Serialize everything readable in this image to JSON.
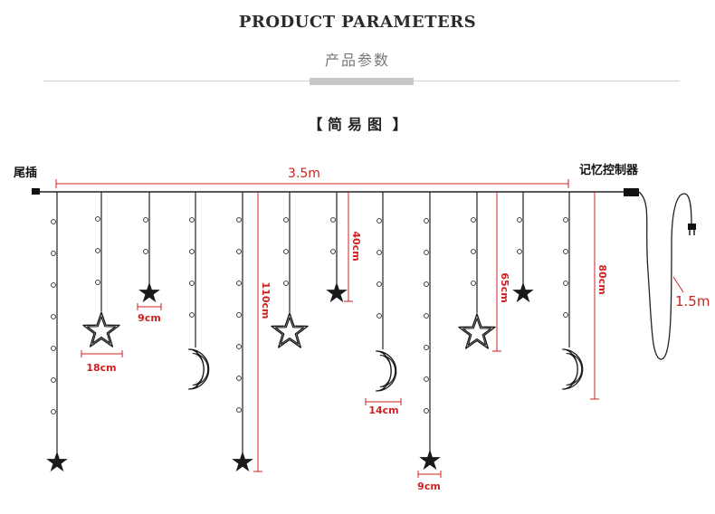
{
  "header": {
    "title": "PRODUCT PARAMETERS",
    "subtitle": "产品参数"
  },
  "diagram": {
    "heading_open": "【",
    "heading_text": "简易图",
    "heading_close": "】",
    "tail_plug_label": "尾插",
    "controller_label": "记忆控制器",
    "total_length": "3.5m",
    "cable_length": "1.5m",
    "dimensions": {
      "drop_40": "40cm",
      "drop_65": "65cm",
      "drop_80": "80cm",
      "drop_110": "110cm",
      "small_star_width": "9cm",
      "star_outline_width": "18cm",
      "moon_width": "14cm",
      "bottom_star_width": "9cm"
    },
    "strands": [
      {
        "ornament": "filled-star"
      },
      {
        "ornament": "outline-star"
      },
      {
        "ornament": "filled-star"
      },
      {
        "ornament": "moon"
      },
      {
        "ornament": "filled-star"
      },
      {
        "ornament": "outline-star"
      },
      {
        "ornament": "filled-star"
      },
      {
        "ornament": "moon"
      },
      {
        "ornament": "filled-star"
      },
      {
        "ornament": "outline-star"
      },
      {
        "ornament": "filled-star"
      },
      {
        "ornament": "moon"
      }
    ],
    "colors": {
      "line": "#222222",
      "dimension": "#cc2222",
      "ornament": "#1a1a1a"
    }
  }
}
